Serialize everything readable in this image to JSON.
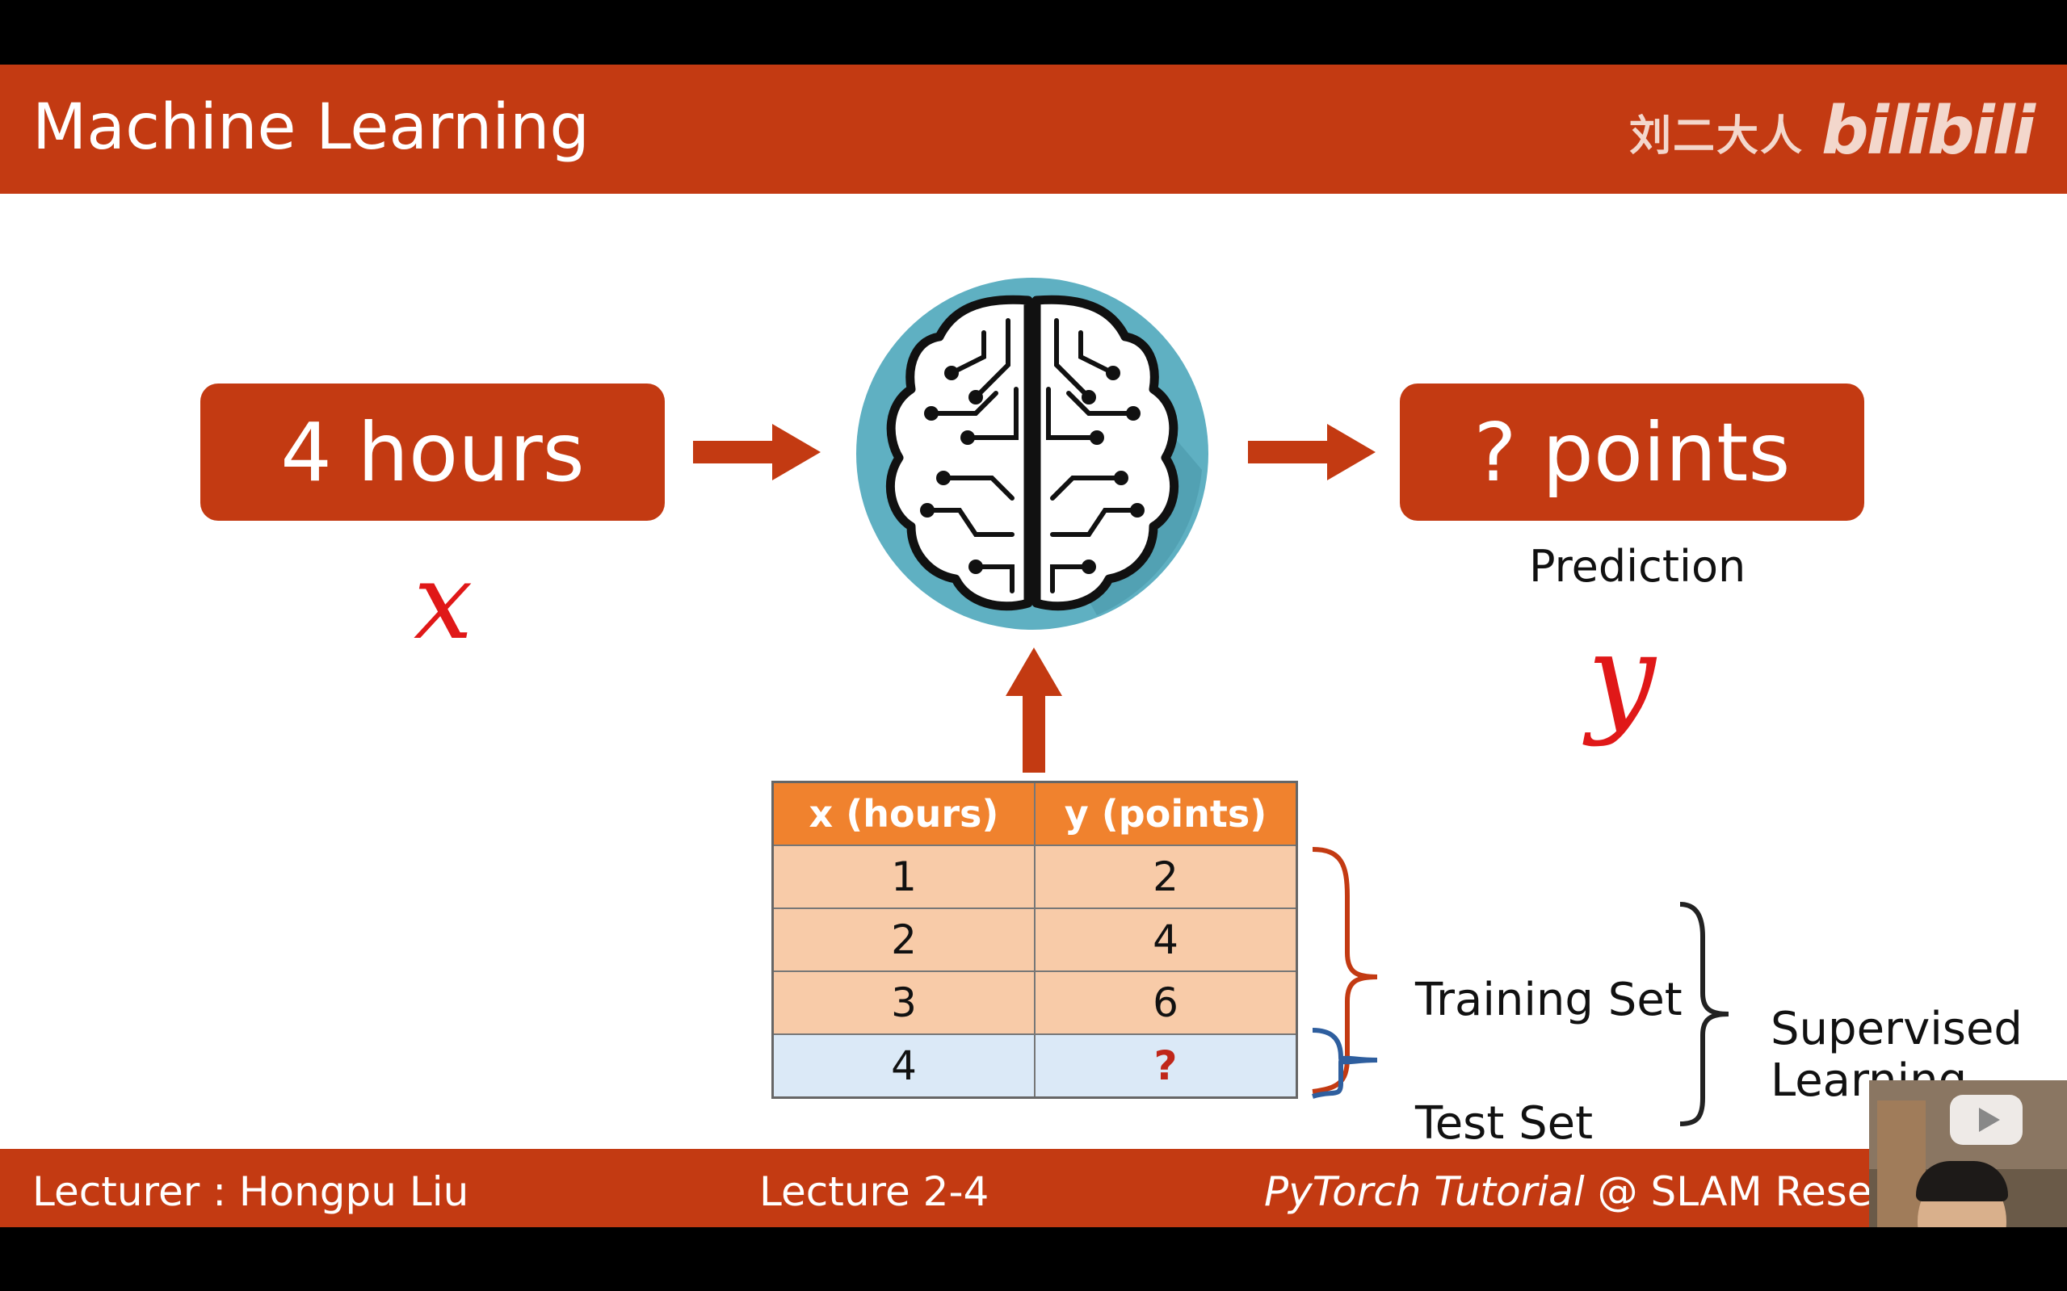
{
  "slide": {
    "title": "Machine Learning",
    "logo_name": "刘二大人",
    "logo_brand": "bilibili"
  },
  "diagram": {
    "input_box": "4 hours",
    "input_var": "x",
    "output_box": "? points",
    "output_caption": "Prediction",
    "output_var": "y"
  },
  "table": {
    "headers": [
      "x (hours)",
      "y (points)"
    ],
    "rows": [
      [
        "1",
        "2"
      ],
      [
        "2",
        "4"
      ],
      [
        "3",
        "6"
      ],
      [
        "4",
        "?"
      ]
    ]
  },
  "groups": {
    "training": "Training Set",
    "test": "Test Set",
    "supervised_line1": "Supervised",
    "supervised_line2": "Learning"
  },
  "footer": {
    "lecturer": "Lecturer : Hongpu Liu",
    "lecture": "Lecture 2-4",
    "course_italic": "PyTorch Tutorial",
    "course_rest": " @ SLAM Resear"
  },
  "colors": {
    "band": "#c33a12",
    "table_header": "#f0822e",
    "training_rows": "#f8cba8",
    "test_row": "#dbe9f7",
    "handwriting": "#e01818"
  },
  "icons": [
    "brain-circuit-icon",
    "arrow-right-icon",
    "arrow-up-icon",
    "play-icon"
  ]
}
